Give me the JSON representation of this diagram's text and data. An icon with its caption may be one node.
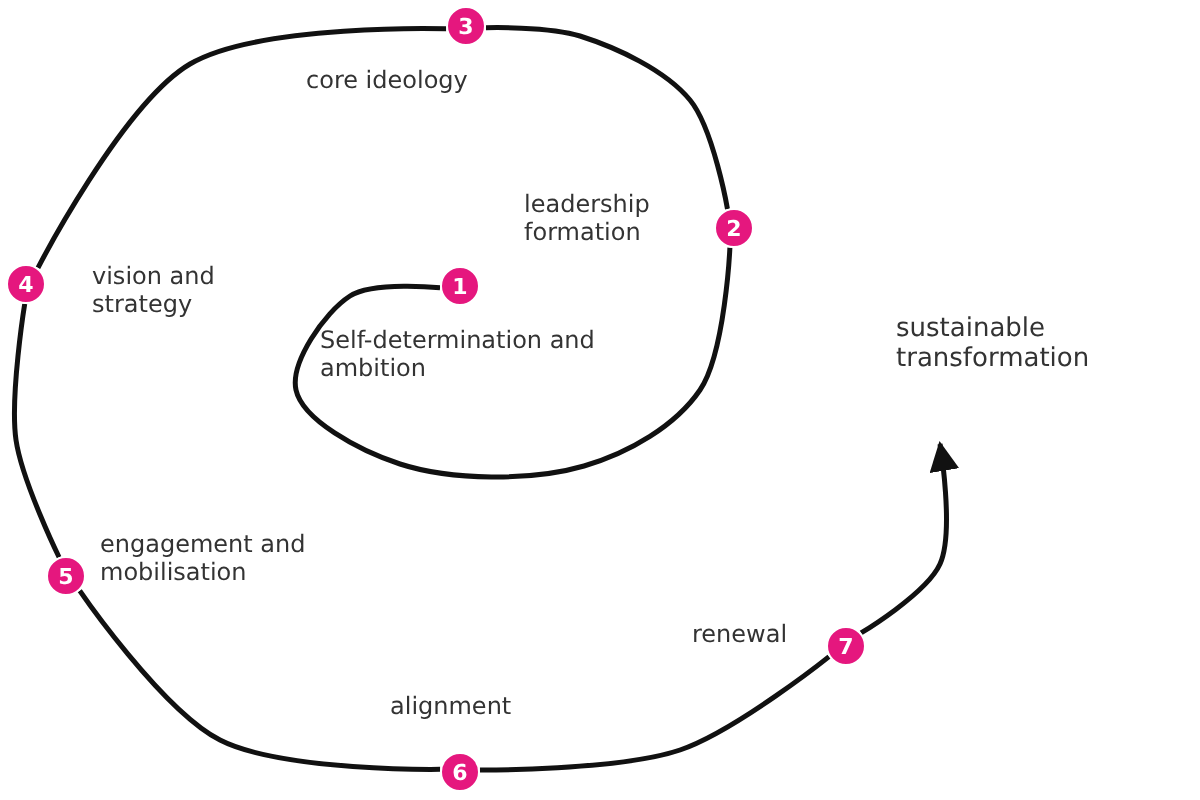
{
  "diagram": {
    "nodes": [
      {
        "text": [
          "1"
        ],
        "beside": [
          "Self-determination and ambition"
        ]
      },
      {
        "text": [
          "2"
        ],
        "beside": [
          "leadership formation"
        ]
      },
      {
        "text": [
          "3"
        ],
        "beside": [
          "core ideology"
        ]
      },
      {
        "text": [
          "4"
        ],
        "beside": [
          "vision and strategy"
        ]
      },
      {
        "text": [
          "5"
        ],
        "beside": [
          "engagement and mobilisation"
        ]
      },
      {
        "text": [
          "6"
        ],
        "beside": [
          "alignment"
        ]
      },
      {
        "text": [
          "7"
        ],
        "beside": [
          "renewal"
        ]
      },
      {
        "text": [
          "sustainable transformation"
        ]
      }
    ],
    "edges": [
      {
        "from": 0,
        "to": 1,
        "arrow": "none"
      },
      {
        "from": 1,
        "to": 2,
        "arrow": "none"
      },
      {
        "from": 2,
        "to": 3,
        "arrow": "none"
      },
      {
        "from": 3,
        "to": 4,
        "arrow": "none"
      },
      {
        "from": 4,
        "to": 5,
        "arrow": "none"
      },
      {
        "from": 5,
        "to": 6,
        "arrow": "none"
      },
      {
        "from": 6,
        "to": 7,
        "arrow": "to"
      }
    ]
  }
}
